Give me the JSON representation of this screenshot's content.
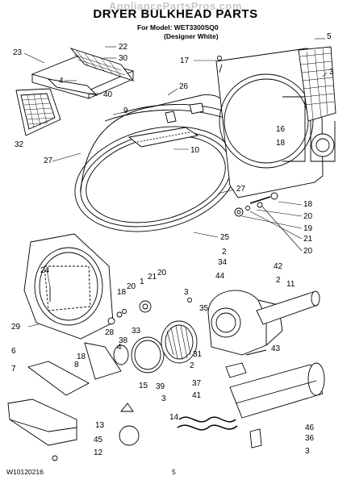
{
  "header": {
    "watermark": "AppliancePartsPros.com",
    "title": "DRYER BULKHEAD PARTS",
    "model_line": "For Model: WET3300SQ0",
    "variant_line": "(Designer White)"
  },
  "footer": {
    "doc_number": "W10120216",
    "page_number": "5"
  },
  "callouts": [
    {
      "id": "c22",
      "text": "22"
    },
    {
      "id": "c23",
      "text": "23"
    },
    {
      "id": "c30",
      "text": "30"
    },
    {
      "id": "c4a",
      "text": "4"
    },
    {
      "id": "c40",
      "text": "40"
    },
    {
      "id": "c32",
      "text": "32"
    },
    {
      "id": "c17",
      "text": "17"
    },
    {
      "id": "c5",
      "text": "5"
    },
    {
      "id": "c3a",
      "text": "3"
    },
    {
      "id": "c26",
      "text": "26"
    },
    {
      "id": "c9",
      "text": "9"
    },
    {
      "id": "c16",
      "text": "16"
    },
    {
      "id": "c18a",
      "text": "18"
    },
    {
      "id": "c10",
      "text": "10"
    },
    {
      "id": "c27a",
      "text": "27"
    },
    {
      "id": "c27b",
      "text": "27"
    },
    {
      "id": "c18b",
      "text": "18"
    },
    {
      "id": "c20a",
      "text": "20"
    },
    {
      "id": "c19",
      "text": "19"
    },
    {
      "id": "c21a",
      "text": "21"
    },
    {
      "id": "c20b",
      "text": "20"
    },
    {
      "id": "c25",
      "text": "25"
    },
    {
      "id": "c24",
      "text": "24"
    },
    {
      "id": "c2a",
      "text": "2"
    },
    {
      "id": "c34",
      "text": "34"
    },
    {
      "id": "c42",
      "text": "42"
    },
    {
      "id": "c44",
      "text": "44"
    },
    {
      "id": "c2b",
      "text": "2"
    },
    {
      "id": "c11",
      "text": "11"
    },
    {
      "id": "c18c",
      "text": "18"
    },
    {
      "id": "c20c",
      "text": "20"
    },
    {
      "id": "c1",
      "text": "1"
    },
    {
      "id": "c21b",
      "text": "21"
    },
    {
      "id": "c20d",
      "text": "20"
    },
    {
      "id": "c3b",
      "text": "3"
    },
    {
      "id": "c29",
      "text": "29"
    },
    {
      "id": "c35",
      "text": "35"
    },
    {
      "id": "c28",
      "text": "28"
    },
    {
      "id": "c33",
      "text": "33"
    },
    {
      "id": "c38",
      "text": "38"
    },
    {
      "id": "c6",
      "text": "6"
    },
    {
      "id": "c18d",
      "text": "18"
    },
    {
      "id": "c7",
      "text": "7"
    },
    {
      "id": "c8",
      "text": "8"
    },
    {
      "id": "c4b",
      "text": "4"
    },
    {
      "id": "c31",
      "text": "31"
    },
    {
      "id": "c43",
      "text": "43"
    },
    {
      "id": "c2c",
      "text": "2"
    },
    {
      "id": "c37",
      "text": "37"
    },
    {
      "id": "c41",
      "text": "41"
    },
    {
      "id": "c39",
      "text": "39"
    },
    {
      "id": "c15",
      "text": "15"
    },
    {
      "id": "c3c",
      "text": "3"
    },
    {
      "id": "c14",
      "text": "14"
    },
    {
      "id": "c13",
      "text": "13"
    },
    {
      "id": "c45",
      "text": "45"
    },
    {
      "id": "c12",
      "text": "12"
    },
    {
      "id": "c46",
      "text": "46"
    },
    {
      "id": "c36",
      "text": "36"
    },
    {
      "id": "c3d",
      "text": "3"
    }
  ]
}
